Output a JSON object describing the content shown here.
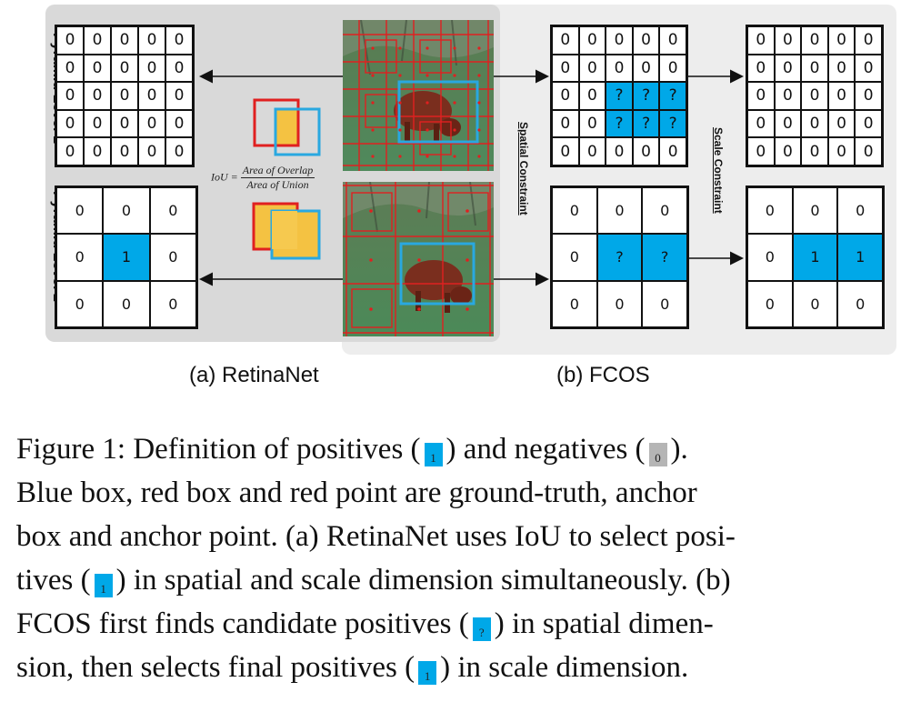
{
  "labels": {
    "pyramid_level_1": "Pyramid Level 1",
    "pyramid_level_2": "Pyramid Level 2",
    "spatial_constraint": "Spatial Constraint",
    "scale_constraint": "Scale Constraint",
    "sub_a": "(a) RetinaNet",
    "sub_b": "(b) FCOS"
  },
  "iou": {
    "lhs": "IoU =",
    "numerator": "Area of Overlap",
    "denominator": "Area of Union"
  },
  "grids": {
    "retina_l1": [
      "0",
      "0",
      "0",
      "0",
      "0",
      "0",
      "0",
      "0",
      "0",
      "0",
      "0",
      "0",
      "0",
      "0",
      "0",
      "0",
      "0",
      "0",
      "0",
      "0",
      "0",
      "0",
      "0",
      "0",
      "0"
    ],
    "retina_l2": [
      "0",
      "0",
      "0",
      "0",
      "1",
      "0",
      "0",
      "0",
      "0"
    ],
    "fcos_spatial_l1": [
      "0",
      "0",
      "0",
      "0",
      "0",
      "0",
      "0",
      "0",
      "0",
      "0",
      "0",
      "0",
      "?",
      "?",
      "?",
      "0",
      "0",
      "?",
      "?",
      "?",
      "0",
      "0",
      "0",
      "0",
      "0"
    ],
    "fcos_spatial_l2": [
      "0",
      "0",
      "0",
      "0",
      "?",
      "?",
      "0",
      "0",
      "0"
    ],
    "fcos_scale_l1": [
      "0",
      "0",
      "0",
      "0",
      "0",
      "0",
      "0",
      "0",
      "0",
      "0",
      "0",
      "0",
      "0",
      "0",
      "0",
      "0",
      "0",
      "0",
      "0",
      "0",
      "0",
      "0",
      "0",
      "0",
      "0"
    ],
    "fcos_scale_l2": [
      "0",
      "0",
      "0",
      "0",
      "1",
      "1",
      "0",
      "0",
      "0"
    ]
  },
  "caption": {
    "l1a": "Figure 1: Definition of positives (",
    "chip1": "1",
    "l1b": ") and negatives (",
    "chip0": "0",
    "l1c": ").",
    "l2": "Blue box, red box and red point are ground-truth, anchor",
    "l3": "box and anchor point. (a) RetinaNet uses IoU to select posi-",
    "l4a": "tives (",
    "chip2": "1",
    "l4b": ") in spatial and scale dimension simultaneously. (b)",
    "l5a": "FCOS first finds candidate positives (",
    "chip3": "?",
    "l5b": ") in spatial dimen-",
    "l6a": "sion, then selects final positives (",
    "chip4": "1",
    "l6b": ") in scale dimension."
  },
  "colors": {
    "positive": "#00a8e8",
    "negative": "#b5b5b5",
    "anchor_red": "#e02020",
    "overlap_yellow": "#f4c242"
  }
}
